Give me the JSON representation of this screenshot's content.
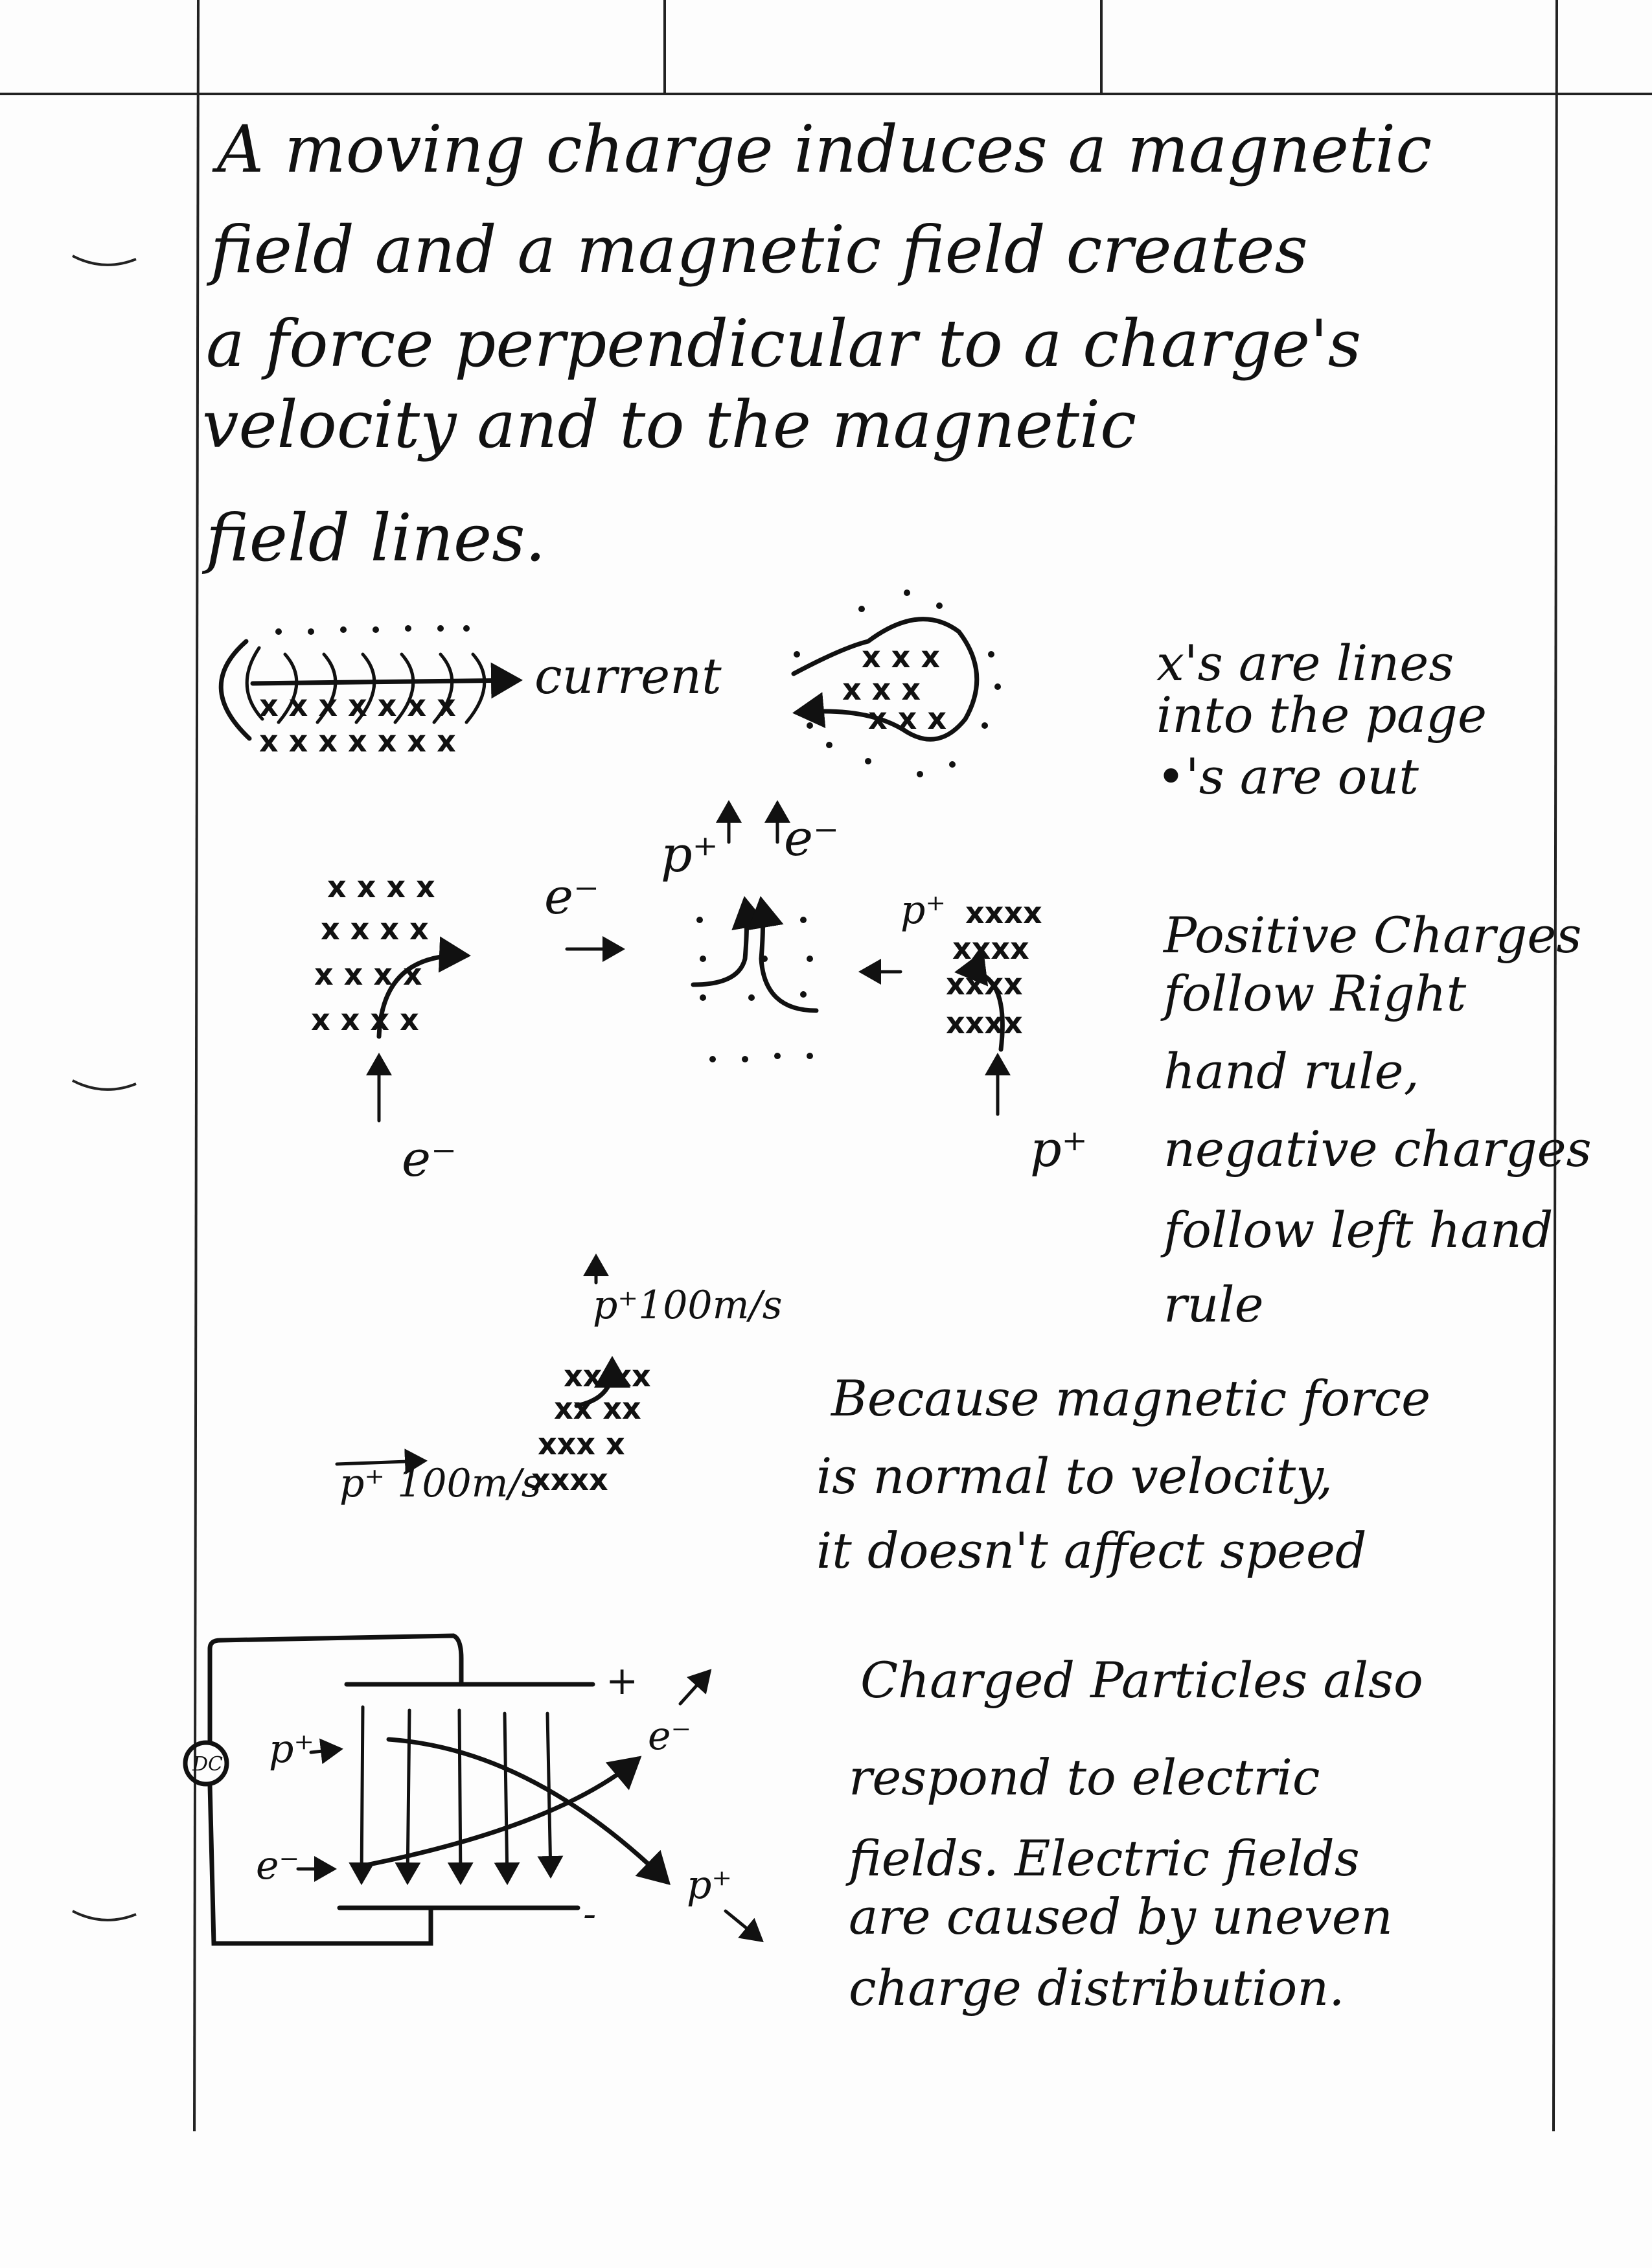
{
  "main_text": [
    "A moving charge induces a magnetic",
    "field and a magnetic field creates",
    "a force perpendicular to a charge's",
    "velocity and to the magnetic",
    "field lines."
  ],
  "legend_note": [
    "x's are lines",
    "into the page",
    "•'s are out"
  ],
  "hand_rule_note": [
    "Positive Charges",
    "follow Right",
    "hand rule,",
    "negative charges",
    "follow left hand",
    "rule"
  ],
  "speed_note": [
    "Because magnetic force",
    "is normal to velocity,",
    "it doesn't affect speed"
  ],
  "electric_note": [
    "Charged Particles also",
    "respond to electric",
    "fields. Electric fields",
    "are caused by uneven",
    "charge distribution."
  ],
  "diagram_labels": {
    "current": "current",
    "electron": "e⁻",
    "proton": "p⁺",
    "proton_velocity_up": "p⁺100m/s",
    "proton_velocity_right": "p⁺ 100m/s",
    "dc_source": "DC",
    "plus": "+",
    "minus": "-"
  }
}
